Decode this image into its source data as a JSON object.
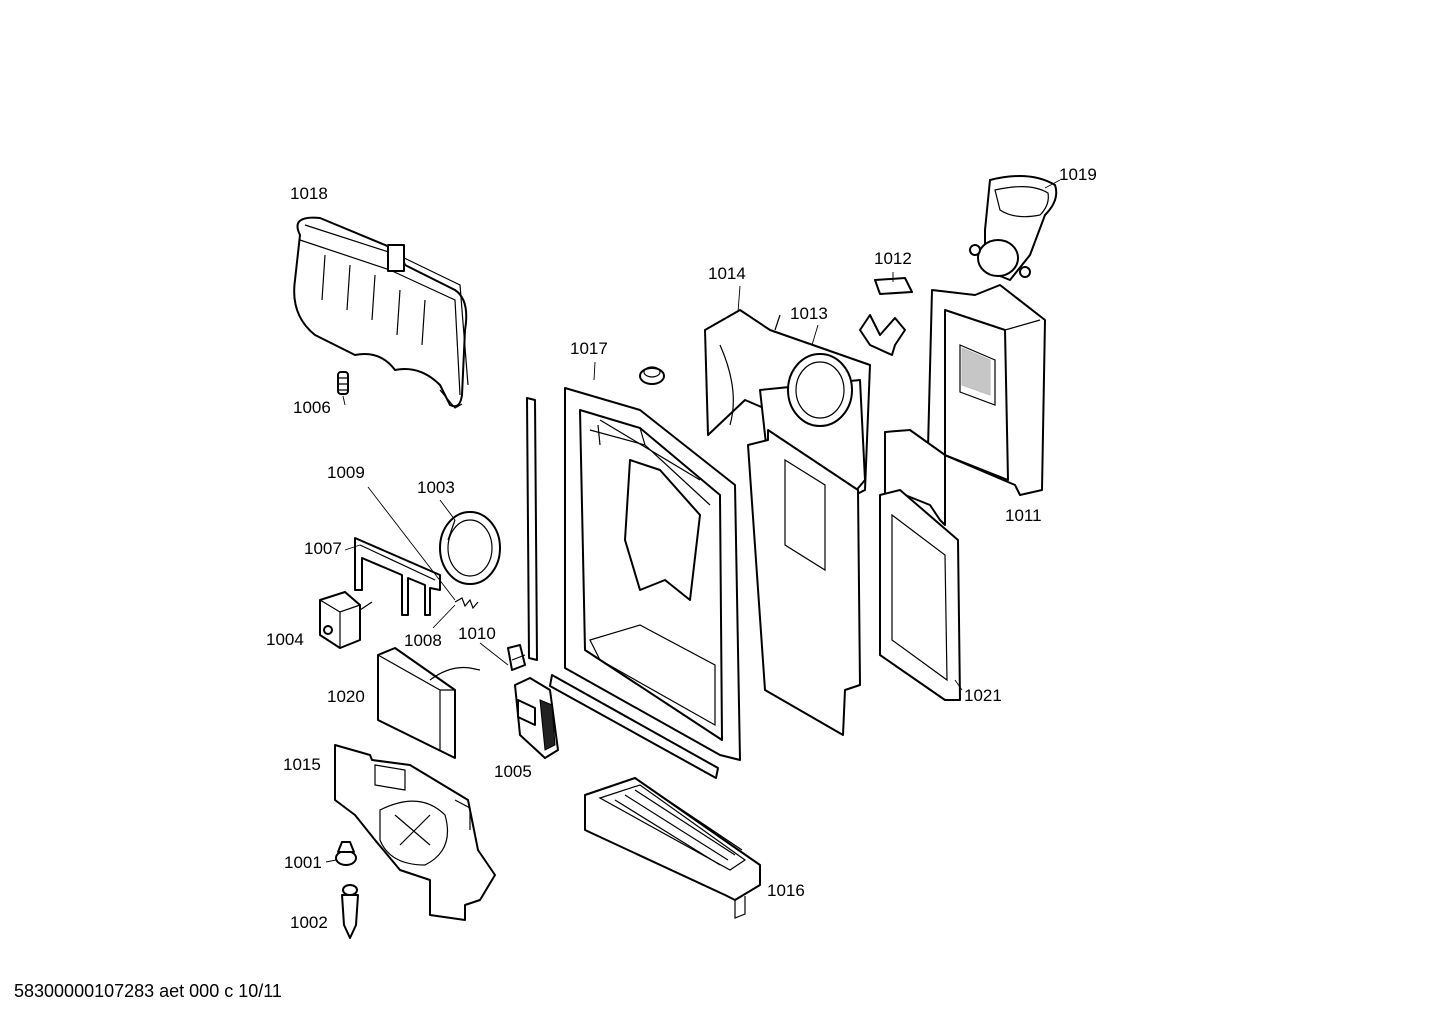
{
  "diagram": {
    "callouts": {
      "c1001": "1001",
      "c1002": "1002",
      "c1003": "1003",
      "c1004": "1004",
      "c1005": "1005",
      "c1006": "1006",
      "c1007": "1007",
      "c1008": "1008",
      "c1009": "1009",
      "c1010": "1010",
      "c1011": "1011",
      "c1012": "1012",
      "c1013": "1013",
      "c1014": "1014",
      "c1015": "1015",
      "c1016": "1016",
      "c1017": "1017",
      "c1018": "1018",
      "c1019": "1019",
      "c1020": "1020",
      "c1021": "1021"
    }
  },
  "footer": {
    "code": "58300000107283 aet 000 c 10/11"
  }
}
